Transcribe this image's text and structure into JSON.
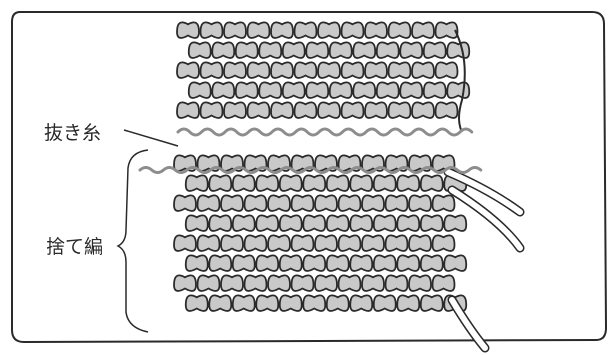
{
  "labels": {
    "waste_yarn": "抜き糸",
    "waste_knitting": "捨て編"
  },
  "colors": {
    "paper": "#ffffff",
    "ink": "#2a2a2a",
    "loop_fill": "#c9c9c9",
    "waste_yarn": "#8d8d8d",
    "frame": "#2a2a2a"
  },
  "icons": {
    "knit_swatch": "stockinette-knit-swatch",
    "waste_yarn_line": "wavy-waste-yarn-line",
    "bracket": "curly-bracket"
  }
}
